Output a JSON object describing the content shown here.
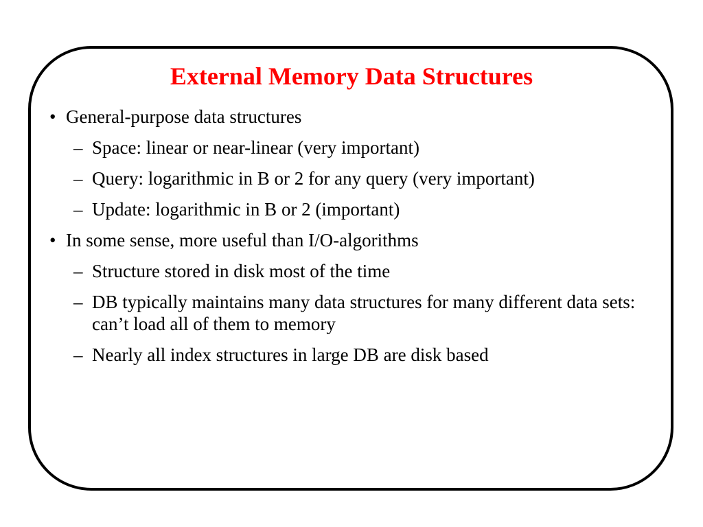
{
  "slide": {
    "title": "External Memory Data Structures",
    "bullet_symbol": "•",
    "dash_symbol": "–",
    "items": [
      {
        "level": 1,
        "text": "General-purpose data structures"
      },
      {
        "level": 2,
        "text": "Space: linear or near-linear (very important)"
      },
      {
        "level": 2,
        "text": "Query: logarithmic in B or 2 for any query (very important)"
      },
      {
        "level": 2,
        "text": "Update: logarithmic in B or 2 (important)"
      },
      {
        "level": 1,
        "text": "In some sense, more useful than I/O-algorithms"
      },
      {
        "level": 2,
        "text": "Structure stored in disk most of the time"
      },
      {
        "level": 2,
        "text": "DB typically maintains many data structures for many different data sets: can’t load all of them to memory"
      },
      {
        "level": 2,
        "text": "Nearly all index structures in large DB are disk based"
      }
    ]
  },
  "colors": {
    "title": "#ff0000",
    "frame": "#000000",
    "text": "#000000"
  }
}
